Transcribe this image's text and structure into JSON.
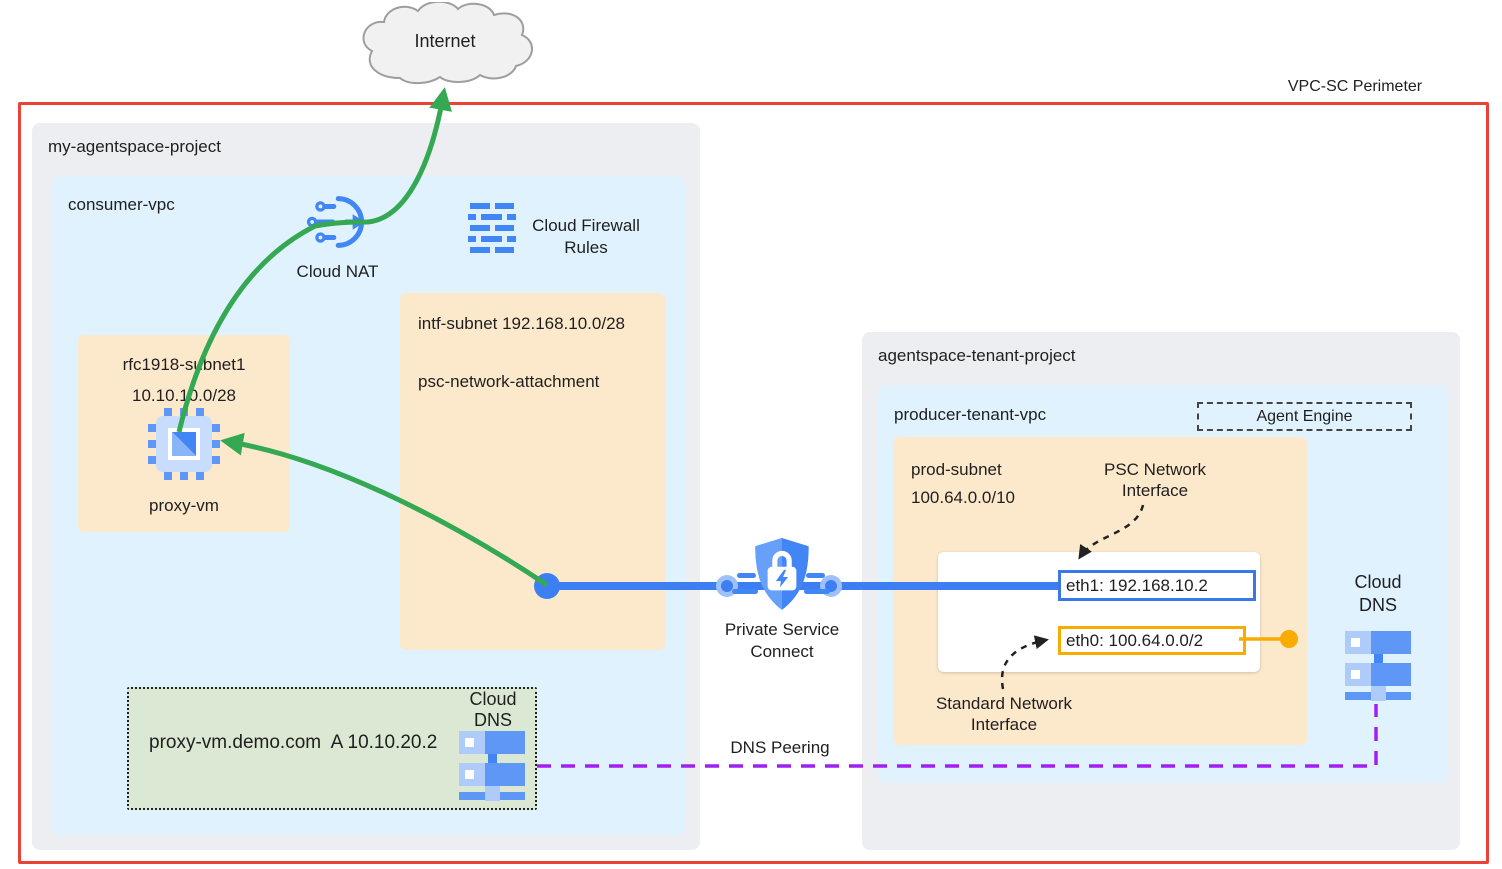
{
  "perimeter": {
    "label": "VPC-SC Perimeter"
  },
  "internet": {
    "label": "Internet"
  },
  "consumer_project": {
    "title": "my-agentspace-project",
    "vpc_title": "consumer-vpc",
    "cloud_nat_label": "Cloud NAT",
    "firewall_label_1": "Cloud Firewall",
    "firewall_label_2": "Rules",
    "intf_subnet_line_1": "intf-subnet 192.168.10.0/28",
    "intf_subnet_line_2": "psc-network-attachment",
    "rfc_subnet_name": "rfc1918-subnet1",
    "rfc_subnet_cidr": "10.10.10.0/28",
    "proxy_vm_label": "proxy-vm",
    "dns_zone_record": "proxy-vm.demo.com  A 10.10.20.2",
    "dns_label_1": "Cloud",
    "dns_label_2": "DNS"
  },
  "psc": {
    "label_1": "Private Service",
    "label_2": "Connect"
  },
  "tenant_project": {
    "title": "agentspace-tenant-project",
    "vpc_title": "producer-tenant-vpc",
    "agent_engine_label": "Agent Engine",
    "prod_subnet_name": "prod-subnet",
    "prod_subnet_cidr": "100.64.0.0/10",
    "eth1_label": "eth1: 192.168.10.2",
    "eth0_label": "eth0: 100.64.0.0/2",
    "psc_nic_label_1": "PSC Network",
    "psc_nic_label_2": "Interface",
    "std_nic_label_1": "Standard Network",
    "std_nic_label_2": "Interface",
    "dns_label_1": "Cloud",
    "dns_label_2": "DNS"
  },
  "dns_peering_label": "DNS Peering",
  "icons": {
    "internet": "internet-cloud-shape",
    "cloud_nat": "nat-gateway-icon",
    "firewall": "firewall-rules-icon",
    "proxy_vm": "compute-vm-chip-icon",
    "cloud_dns": "cloud-dns-servers-icon",
    "psc": "private-service-connect-shield-icon"
  },
  "colors": {
    "green_flow": "#34a853",
    "blue_flow": "#4285f4",
    "perimeter_red": "#ea4335",
    "eth0_yellow": "#f9ab00",
    "dns_peering_purple": "#a020f0",
    "project_gray": "#eceef1",
    "vpc_blue": "#e0f2fd",
    "subnet_orange": "#fce9cc",
    "dns_zone_green": "#dbe8d3"
  }
}
